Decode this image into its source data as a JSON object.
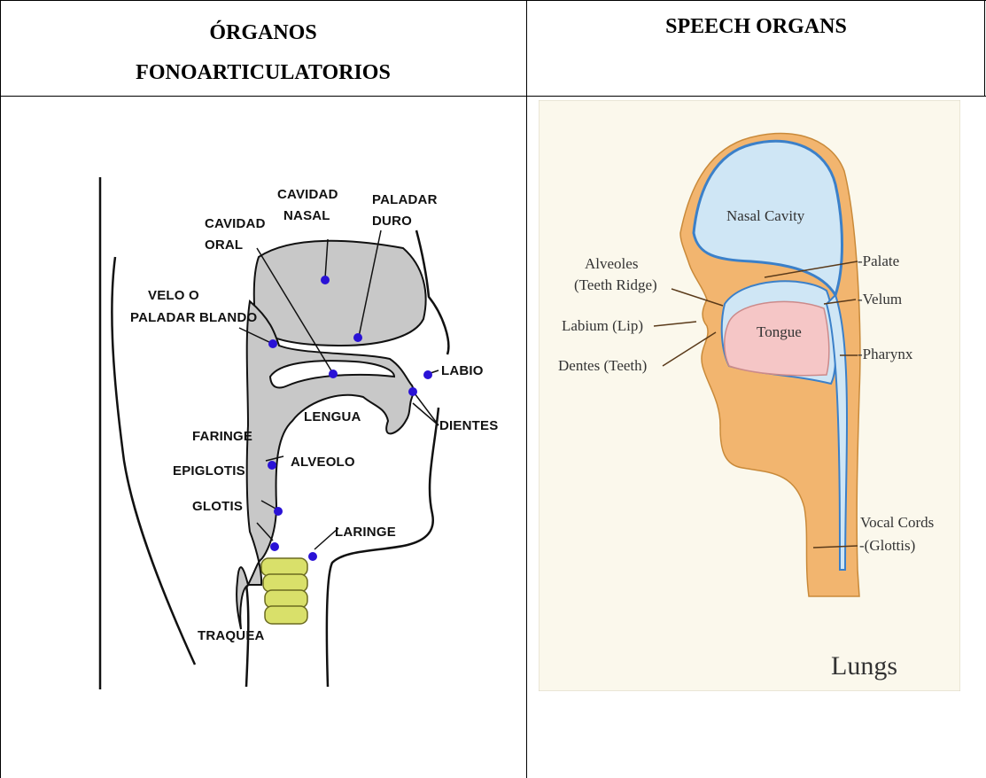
{
  "table": {
    "headers": [
      {
        "lines": [
          "ÓRGANOS",
          "FONOARTICULATORIOS"
        ]
      },
      {
        "lines": [
          "SPEECH ORGANS"
        ]
      }
    ]
  },
  "left_diagram": {
    "labels": {
      "cavidad_nasal": [
        "CAVIDAD",
        "NASAL"
      ],
      "paladar_duro": [
        "PALADAR",
        "DURO"
      ],
      "cavidad_oral": [
        "CAVIDAD",
        "ORAL"
      ],
      "velo": [
        "VELO O",
        "PALADAR BLANDO"
      ],
      "labio": "LABIO",
      "lengua": "LENGUA",
      "dientes": "DIENTES",
      "faringe": "FARINGE",
      "alveolo": "ALVEOLO",
      "epiglotis": "EPIGLOTIS",
      "glotis": "GLOTIS",
      "laringe": "LARINGE",
      "traquea": "TRAQUEA"
    },
    "colors": {
      "marker": "#2a12d6",
      "tissue": "#c8c8c8",
      "trachea": "#d9e06a"
    }
  },
  "right_diagram": {
    "labels": {
      "nasal_cavity": "Nasal Cavity",
      "palate": "-Palate",
      "alveoles": [
        "Alveoles",
        "(Teeth Ridge)"
      ],
      "velum": "-Velum",
      "labium": "Labium (Lip)",
      "tongue": "Tongue",
      "pharynx": "-Pharynx",
      "dentes": "Dentes (Teeth)",
      "vocal_cords": [
        "Vocal Cords",
        "-(Glottis)"
      ],
      "lungs": "Lungs"
    },
    "colors": {
      "tissue": "#f2b56f",
      "tongue": "#f5c6c6",
      "cavity": "#cfe6f5",
      "background": "#fbf8ec"
    }
  }
}
